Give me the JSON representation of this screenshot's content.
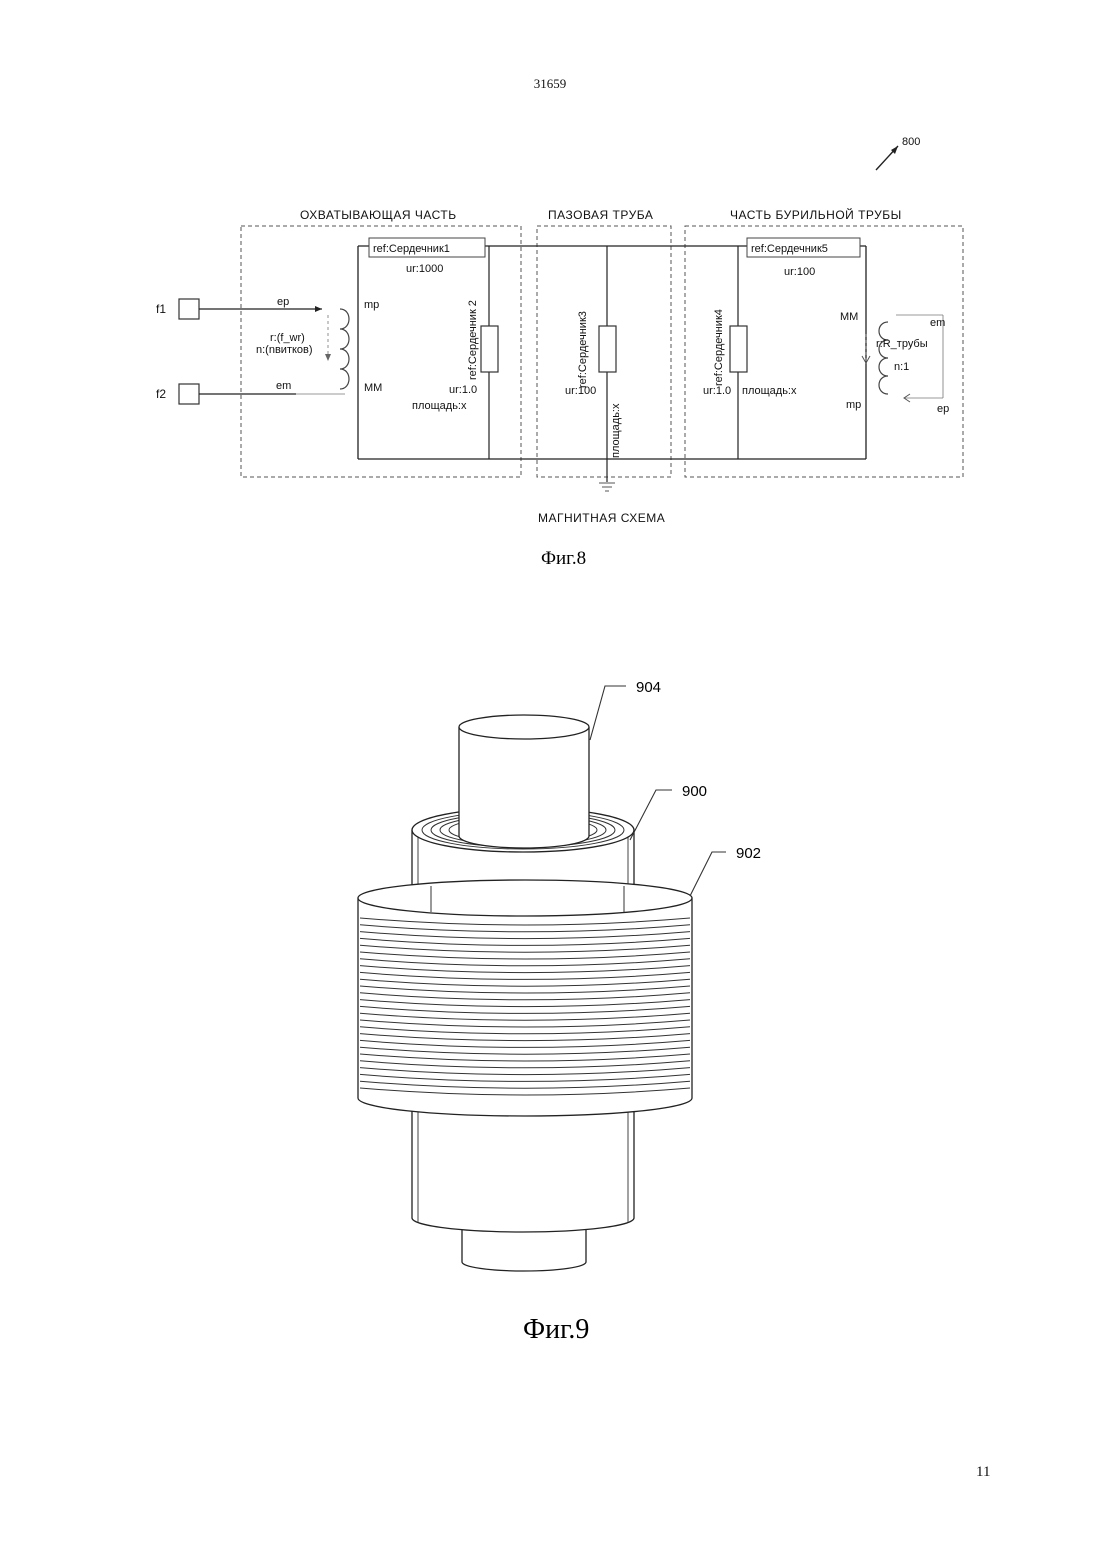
{
  "page": {
    "header": "31659",
    "number": "11"
  },
  "fig8": {
    "ref_number": "800",
    "caption": "Фиг.8",
    "bottom_title": "МАГНИТНАЯ СХЕМА",
    "sections": {
      "left": "ОХВАТЫВАЮЩАЯ ЧАСТЬ",
      "middle": "ПАЗОВАЯ ТРУБА",
      "right": "ЧАСТЬ БУРИЛЬНОЙ ТРУБЫ"
    },
    "terminals": {
      "f1": "f1",
      "f2": "f2"
    },
    "left_coil": {
      "ep": "ep",
      "em": "em",
      "mp": "mp",
      "mm": "MM",
      "r": "r:(f_wr)",
      "n": "n:(nвитков)"
    },
    "core1": {
      "ref": "ref:Сердечник1",
      "ur": "ur:1000"
    },
    "core2": {
      "ref": "ref:Сердечник 2",
      "ur": "ur:1.0",
      "area": "площадь:x"
    },
    "core3": {
      "ref": "ref:Сердечник3",
      "ur": "ur:100",
      "area": "площадь:x"
    },
    "core4": {
      "ref": "ref:Сердечник4",
      "ur": "ur:1.0",
      "area": "площадь:x"
    },
    "core5": {
      "ref": "ref:Сердечник5",
      "ur": "ur:100"
    },
    "right_coil": {
      "mm": "MM",
      "mp": "mp",
      "em": "em",
      "ep": "ep",
      "r": "r:R_трубы",
      "n": "n:1"
    }
  },
  "fig9": {
    "caption": "Фиг.9",
    "labels": {
      "inner": "904",
      "middle": "900",
      "outer": "902"
    }
  }
}
